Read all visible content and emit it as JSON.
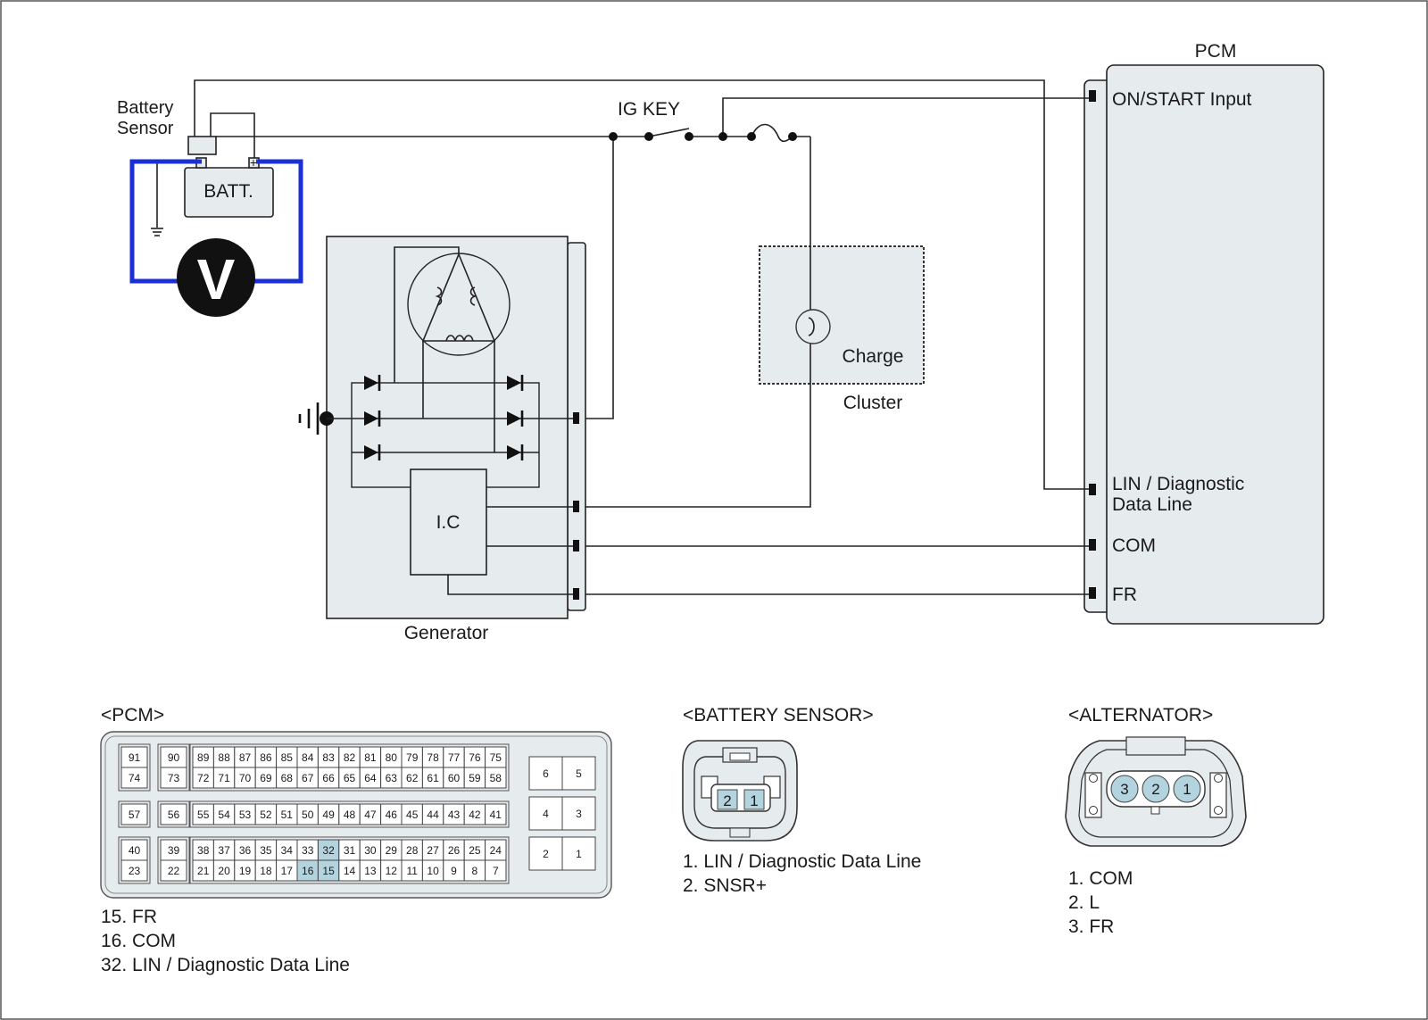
{
  "diagram": {
    "labels": {
      "pcm_title": "PCM",
      "battery_sensor_line1": "Battery",
      "battery_sensor_line2": "Sensor",
      "batt": "BATT.",
      "battery_minus": "-",
      "battery_plus": "+",
      "voltmeter": "V",
      "ig_key": "IG KEY",
      "generator": "Generator",
      "ic": "I.C",
      "charge": "Charge",
      "cluster": "Cluster"
    },
    "pcm_terminals": [
      {
        "line1": "ON/START Input",
        "line2": ""
      },
      {
        "line1": "LIN / Diagnostic",
        "line2": "Data Line"
      },
      {
        "line1": "COM",
        "line2": ""
      },
      {
        "line1": "FR",
        "line2": ""
      }
    ],
    "colors": {
      "box_fill": "#e6ecee",
      "meter_wire": "#1a2fd6",
      "pin_highlight": "#b3d3de"
    }
  },
  "connectors": {
    "pcm": {
      "title": "<PCM>",
      "row1": {
        "top": [
          "91",
          "90",
          "89",
          "88",
          "87",
          "86",
          "85",
          "84",
          "83",
          "82",
          "81",
          "80",
          "79",
          "78",
          "77",
          "76",
          "75"
        ],
        "bottom": [
          "74",
          "73",
          "72",
          "71",
          "70",
          "69",
          "68",
          "67",
          "66",
          "65",
          "64",
          "63",
          "62",
          "61",
          "60",
          "59",
          "58"
        ]
      },
      "row2": [
        "57",
        "56",
        "55",
        "54",
        "53",
        "52",
        "51",
        "50",
        "49",
        "48",
        "47",
        "46",
        "45",
        "44",
        "43",
        "42",
        "41"
      ],
      "row3": {
        "top": [
          "40",
          "39",
          "38",
          "37",
          "36",
          "35",
          "34",
          "33",
          "32",
          "31",
          "30",
          "29",
          "28",
          "27",
          "26",
          "25",
          "24"
        ],
        "bottom": [
          "23",
          "22",
          "21",
          "20",
          "19",
          "18",
          "17",
          "16",
          "15",
          "14",
          "13",
          "12",
          "11",
          "10",
          "9",
          "8",
          "7"
        ]
      },
      "right_block": [
        [
          "6",
          "5"
        ],
        [
          "4",
          "3"
        ],
        [
          "2",
          "1"
        ]
      ],
      "highlighted_pins": [
        "32",
        "16",
        "15"
      ],
      "legend": [
        "15. FR",
        "16. COM",
        "32. LIN / Diagnostic Data Line"
      ]
    },
    "battery_sensor": {
      "title": "<BATTERY SENSOR>",
      "pins": [
        "2",
        "1"
      ],
      "legend": [
        "1. LIN / Diagnostic Data Line",
        "2. SNSR+"
      ]
    },
    "alternator": {
      "title": "<ALTERNATOR>",
      "pins": [
        "3",
        "2",
        "1"
      ],
      "legend": [
        "1. COM",
        "2. L",
        "3. FR"
      ]
    }
  }
}
